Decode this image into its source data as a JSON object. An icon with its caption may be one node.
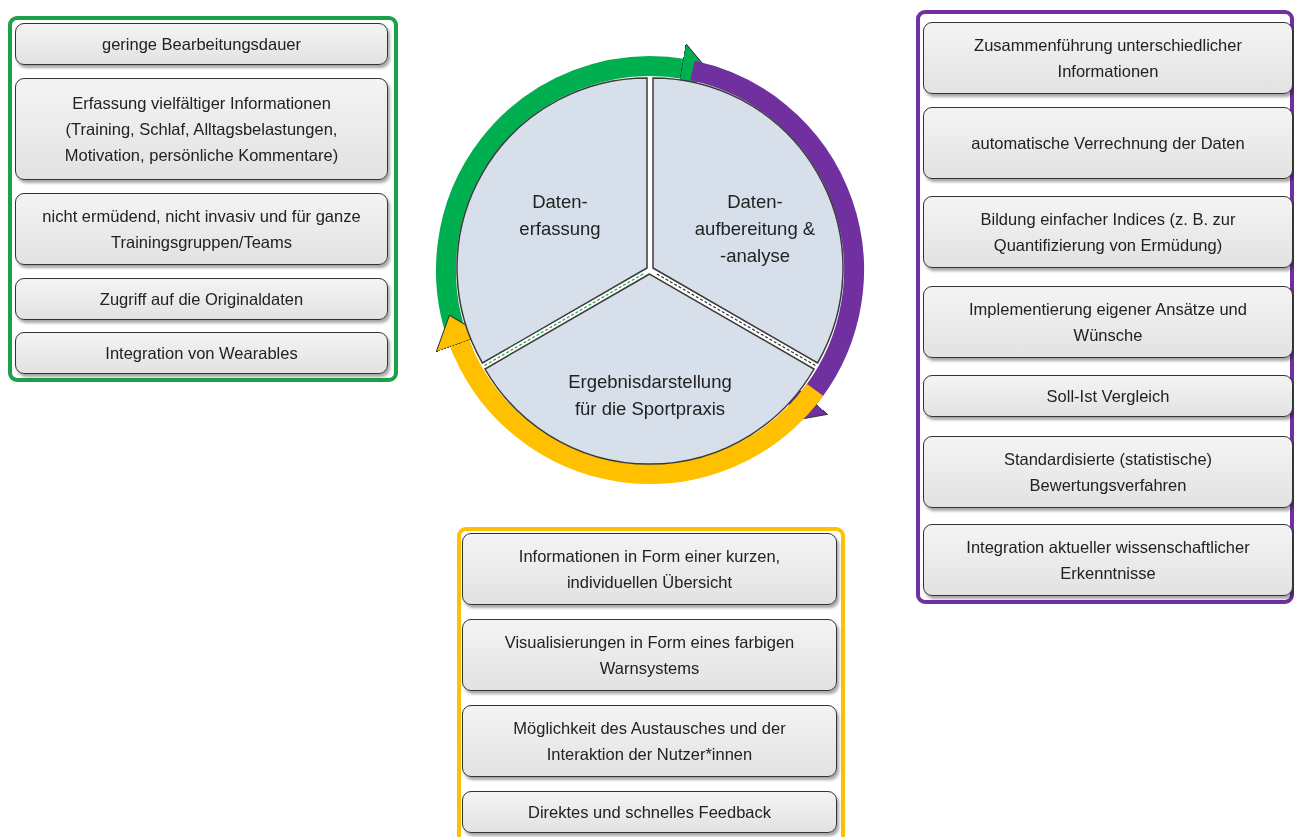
{
  "diagram": {
    "nodes": [
      {
        "text": [],
        "shape": "box"
      },
      {
        "text": [
          "geringe Bearbeitungsdauer"
        ],
        "in": 0
      },
      {
        "text": [
          "Erfassung vielfältiger Informationen (Training, Schlaf, Alltagsbelastungen, Motivation, persönliche Kommentare)"
        ],
        "in": 0
      },
      {
        "text": [
          "nicht ermüdend, nicht invasiv und für ganze Trainingsgruppen/Teams"
        ],
        "in": 0
      },
      {
        "text": [
          "Zugriff auf die Originaldaten"
        ],
        "in": 0
      },
      {
        "text": [
          "Integration von Wearables"
        ],
        "in": 0
      },
      {
        "text": [
          "Daten- erfassung"
        ]
      },
      {
        "text": [
          "Daten- aufbereitung & -analyse"
        ]
      },
      {
        "text": [
          "Ergebnisdarstellung für die Sportpraxis"
        ]
      },
      {
        "text": [],
        "shape": "box"
      },
      {
        "text": [
          "Zusammenführung unterschiedlicher Informationen"
        ],
        "in": 9
      },
      {
        "text": [
          "automatische Verrechnung der Daten"
        ],
        "in": 9
      },
      {
        "text": [
          "Bildung einfacher Indices (z. B. zur Quantifizierung von Ermüdung)"
        ],
        "in": 9
      },
      {
        "text": [
          "Implementierung eigener Ansätze und Wünsche"
        ],
        "in": 9
      },
      {
        "text": [
          "Soll-Ist Vergleich"
        ],
        "in": 9
      },
      {
        "text": [
          "Standardisierte (statistische) Bewertungsverfahren"
        ],
        "in": 9
      },
      {
        "text": [
          "Integration aktueller wissenschaftlicher Erkenntnisse"
        ],
        "in": 9
      },
      {
        "text": [],
        "shape": "box"
      },
      {
        "text": [
          "Informationen in Form einer kurzen, individuellen Übersicht"
        ],
        "in": 17
      },
      {
        "text": [
          "Visualisierungen in Form eines farbigen Warnsystems"
        ],
        "in": 17
      },
      {
        "text": [
          "Möglichkeit des Austausches und der Interaktion der Nutzer*innen"
        ],
        "in": 17
      },
      {
        "text": [
          "Direktes und schnelles Feedback"
        ],
        "in": 17
      }
    ],
    "edges": [
      {
        "from": 6,
        "to": 7,
        "arrow": "to",
        "color": "#00b050"
      },
      {
        "from": 7,
        "to": 8,
        "arrow": "to",
        "color": "#7030a0"
      },
      {
        "from": 8,
        "to": 6,
        "arrow": "to",
        "color": "#ffc000"
      }
    ]
  }
}
